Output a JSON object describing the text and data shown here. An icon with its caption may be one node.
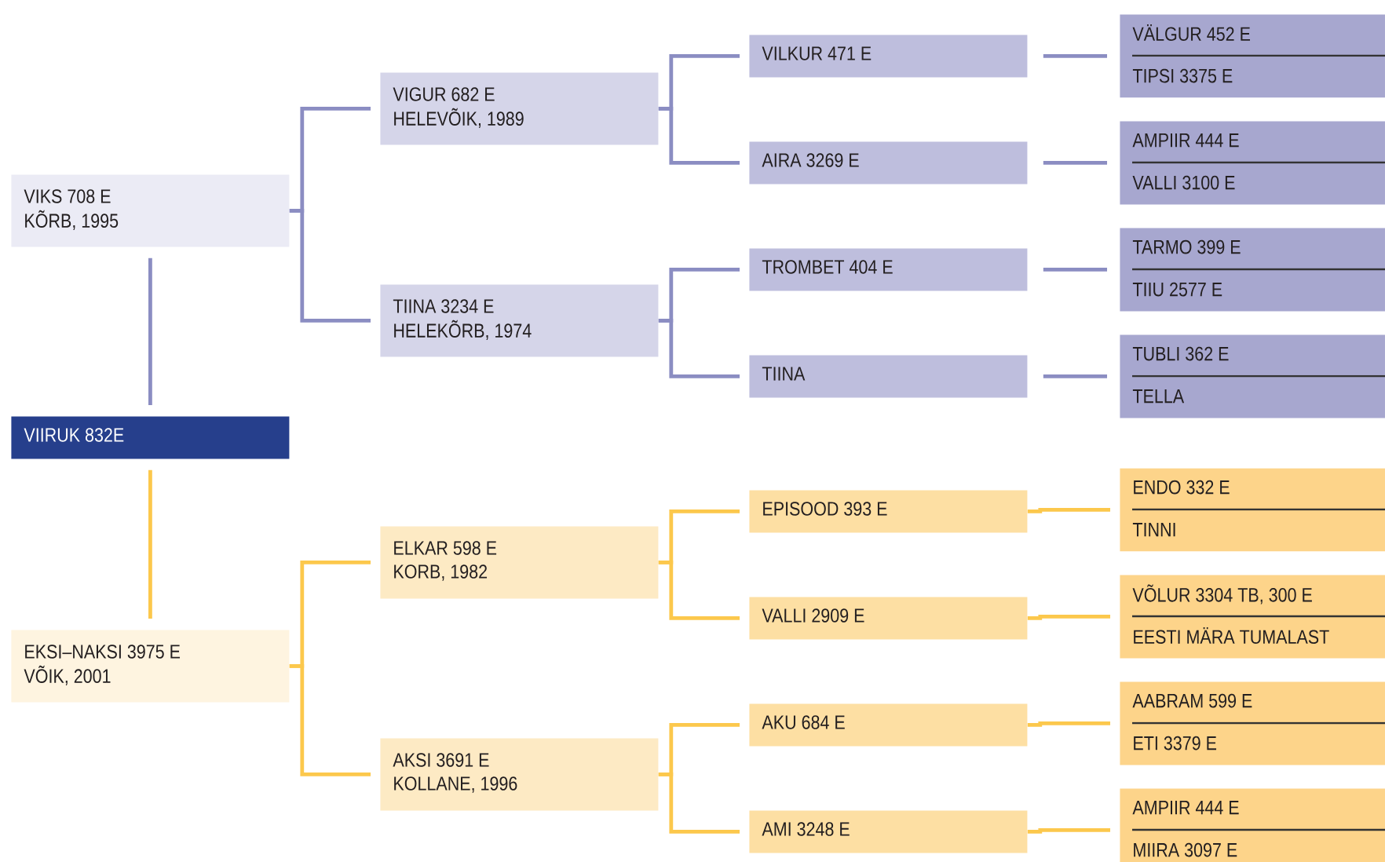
{
  "diagram": {
    "nodes": [
      {
        "text": [
          "VIKS 708 E",
          "KÕRB, 1995"
        ]
      },
      {
        "text": [
          "VIIRUK 832E"
        ]
      },
      {
        "text": [
          "EKSI–NAKSI 3975 E",
          "VÕIK, 2001"
        ]
      },
      {
        "text": [
          "VIGUR 682 E",
          "HELEVÕIK, 1989"
        ]
      },
      {
        "text": [
          "TIINA 3234 E",
          "HELEKÕRB, 1974"
        ]
      },
      {
        "text": [
          "ELKAR 598 E",
          "KORB, 1982"
        ]
      },
      {
        "text": [
          "AKSI 3691 E",
          "KOLLANE, 1996"
        ]
      },
      {
        "text": [
          "VILKUR 471 E"
        ]
      },
      {
        "text": [
          "AIRA 3269 E"
        ]
      },
      {
        "text": [
          "TROMBET 404 E"
        ]
      },
      {
        "text": [
          "TIINA"
        ]
      },
      {
        "text": [
          "EPISOOD 393 E"
        ]
      },
      {
        "text": [
          "VALLI 2909 E"
        ]
      },
      {
        "text": [
          "AKU 684 E"
        ]
      },
      {
        "text": [
          "AMI 3248 E"
        ]
      },
      {
        "text": [
          "VÄLGUR 452 E",
          "TIPSI 3375 E"
        ]
      },
      {
        "text": [
          "AMPIIR 444 E",
          "VALLI 3100 E"
        ]
      },
      {
        "text": [
          "TARMO 399 E",
          "TIIU 2577 E"
        ]
      },
      {
        "text": [
          "TUBLI 362 E",
          "TELLA"
        ]
      },
      {
        "text": [
          "ENDO 332 E",
          "TINNI"
        ]
      },
      {
        "text": [
          "VÕLUR 3304 TB, 300 E",
          "EESTI MÄRA TUMALAST"
        ]
      },
      {
        "text": [
          "AABRAM 599 E",
          "ETI 3379 E"
        ]
      },
      {
        "text": [
          "AMPIIR 444 E",
          "MIIRA 3097 E"
        ]
      }
    ],
    "edges": [
      {
        "from": 1,
        "to": 0,
        "arrow": "none",
        "color": "#8b8dc2"
      },
      {
        "from": 0,
        "to": 3,
        "arrow": "none",
        "color": "#8b8dc2"
      },
      {
        "from": 0,
        "to": 4,
        "arrow": "none",
        "color": "#8b8dc2"
      },
      {
        "from": 3,
        "to": 7,
        "arrow": "none",
        "color": "#8b8dc2"
      },
      {
        "from": 3,
        "to": 8,
        "arrow": "none",
        "color": "#8b8dc2"
      },
      {
        "from": 4,
        "to": 9,
        "arrow": "none",
        "color": "#8b8dc2"
      },
      {
        "from": 4,
        "to": 10,
        "arrow": "none",
        "color": "#8b8dc2"
      },
      {
        "from": 7,
        "to": 15,
        "arrow": "none",
        "color": "#8b8dc2"
      },
      {
        "from": 8,
        "to": 16,
        "arrow": "none",
        "color": "#8b8dc2"
      },
      {
        "from": 9,
        "to": 17,
        "arrow": "none",
        "color": "#8b8dc2"
      },
      {
        "from": 10,
        "to": 18,
        "arrow": "none",
        "color": "#8b8dc2"
      },
      {
        "from": 1,
        "to": 2,
        "arrow": "none",
        "color": "#fcc84c"
      },
      {
        "from": 2,
        "to": 5,
        "arrow": "none",
        "color": "#fcc84c"
      },
      {
        "from": 2,
        "to": 6,
        "arrow": "none",
        "color": "#fcc84c"
      },
      {
        "from": 5,
        "to": 11,
        "arrow": "none",
        "color": "#fcc84c"
      },
      {
        "from": 5,
        "to": 12,
        "arrow": "none",
        "color": "#fcc84c"
      },
      {
        "from": 6,
        "to": 13,
        "arrow": "none",
        "color": "#fcc84c"
      },
      {
        "from": 6,
        "to": 14,
        "arrow": "none",
        "color": "#fcc84c"
      },
      {
        "from": 11,
        "to": 19,
        "arrow": "none",
        "color": "#fcc84c"
      },
      {
        "from": 12,
        "to": 20,
        "arrow": "none",
        "color": "#fcc84c"
      },
      {
        "from": 13,
        "to": 21,
        "arrow": "none",
        "color": "#fcc84c"
      },
      {
        "from": 14,
        "to": 22,
        "arrow": "none",
        "color": "#fcc84c"
      }
    ]
  }
}
